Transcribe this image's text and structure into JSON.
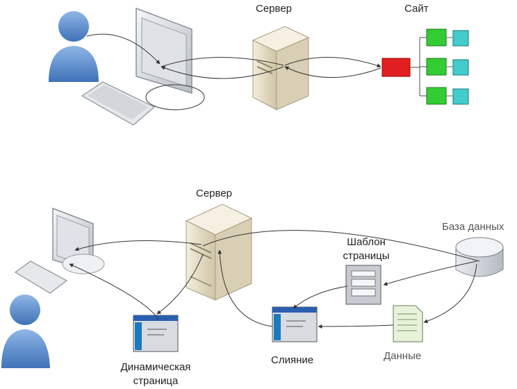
{
  "top": {
    "server_label": "Сервер",
    "site_label": "Сайт"
  },
  "bottom": {
    "server_label": "Сервер",
    "database_label": "База данных",
    "template_label_line1": "Шаблон",
    "template_label_line2": "страницы",
    "merge_label": "Слияние",
    "data_label": "Данные",
    "dynamic_page_line1": "Динамическая",
    "dynamic_page_line2": "страница"
  },
  "colors": {
    "person": "#5b8fd0",
    "site_root": "#e02020",
    "site_node_green": "#33cc33",
    "site_node_cyan": "#44cccc",
    "server_body": "#e8e0c8",
    "monitor_frame": "#cfd3d8",
    "arrow": "#333333"
  },
  "icons": [
    "person-icon",
    "monitor-icon",
    "keyboard-icon",
    "server-icon",
    "site-tree-icon",
    "database-icon",
    "template-doc-icon",
    "data-doc-icon",
    "window-icon"
  ]
}
